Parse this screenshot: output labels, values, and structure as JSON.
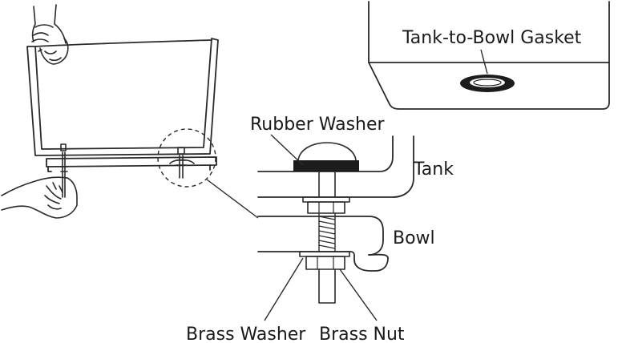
{
  "labels": {
    "gasket": "Tank-to-Bowl Gasket",
    "rubber_washer": "Rubber Washer",
    "tank": "Tank",
    "bowl": "Bowl",
    "brass_washer": "Brass Washer",
    "brass_nut": "Brass Nut"
  },
  "colors": {
    "line": "#2a2a2a",
    "washer": "#1c1c1c",
    "background": "#ffffff"
  }
}
